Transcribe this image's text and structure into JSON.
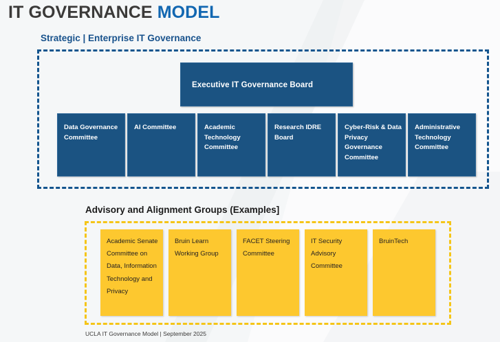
{
  "title": {
    "part_dark": "IT GOVERNANCE ",
    "part_blue": "MODEL"
  },
  "strategic": {
    "label": "Strategic | Enterprise IT Governance",
    "border_color": "#14558e",
    "exec_board": {
      "label": "Executive IT Governance Board",
      "fill": "#1b5382",
      "text_color": "#ffffff"
    },
    "committees": [
      {
        "label": "Data Governance Committee"
      },
      {
        "label": "AI Committee"
      },
      {
        "label": "Academic Technology Committee"
      },
      {
        "label": "Research IDRE Board"
      },
      {
        "label": "Cyber-Risk & Data Privacy Governance Committee"
      },
      {
        "label": "Administrative Technology Committee"
      }
    ]
  },
  "advisory": {
    "label": "Advisory and Alignment Groups (Examples]",
    "border_color": "#f5c518",
    "box_fill": "#fdc82f",
    "groups": [
      {
        "label": "Academic Senate Committee on Data, Information Technology and Privacy"
      },
      {
        "label": "Bruin Learn Working Group"
      },
      {
        "label": "FACET Steering Committee"
      },
      {
        "label": "IT Security Advisory Committee"
      },
      {
        "label": "BruinTech"
      }
    ]
  },
  "footer": {
    "note": "UCLA IT Governance Model | September 2025"
  },
  "colors": {
    "background": "#f5f7f8",
    "title_dark": "#3b3a39",
    "title_blue": "#1267b1",
    "strategic_label": "#18528c"
  }
}
